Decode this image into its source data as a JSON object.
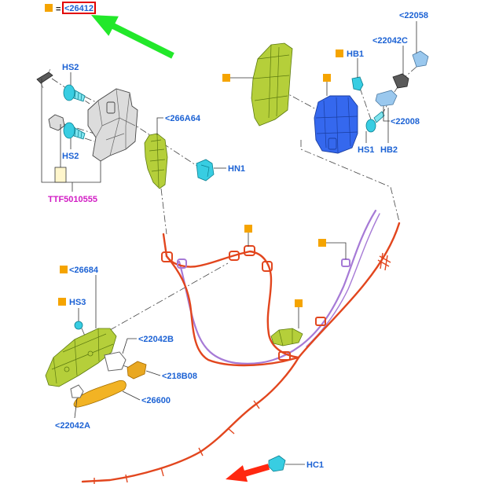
{
  "legend": {
    "equals": "=",
    "reference": "<26412"
  },
  "callouts": {
    "c22058": "<22058",
    "c22042c": "<22042C",
    "hb1": "HB1",
    "hs2_upper": "HS2",
    "c266a64": "<266A64",
    "c22008": "<22008",
    "hs1": "HS1",
    "hb2": "HB2",
    "hs2_lower": "HS2",
    "hn1": "HN1",
    "c26684": "<26684",
    "hs3": "HS3",
    "c22042b": "<22042B",
    "c218b08": "<218B08",
    "c26600": "<26600",
    "c22042a": "<22042A",
    "hc1": "HC1"
  },
  "tool_reference": "TTF5010555",
  "colors": {
    "callout": "#1c62d4",
    "tool_reference": "#d21cc4",
    "note_marker": "#f5a400",
    "highlight_box": "#e20000",
    "arrow_green": "#22e82a",
    "arrow_red": "#ff2810",
    "cable_red": "#e2461e",
    "cable_purple": "#a67ad6"
  }
}
